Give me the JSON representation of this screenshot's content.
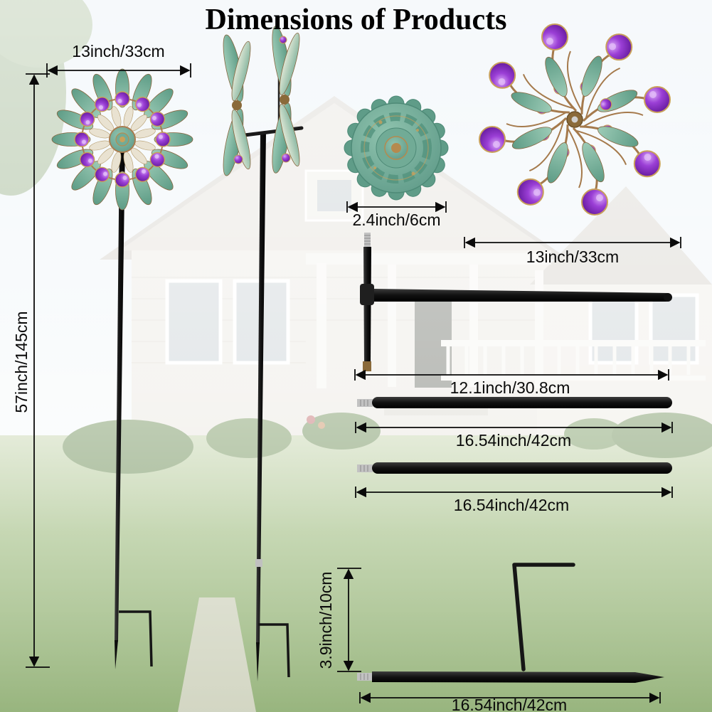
{
  "title": "Dimensions of Products",
  "annotations": {
    "front_spinner_width": "13inch/33cm",
    "total_height": "57inch/145cm",
    "medallion_diameter": "2.4inch/6cm",
    "spinner_head_width": "13inch/33cm",
    "upper_pole_length": "12.1inch/30.8cm",
    "middle_pole_length": "16.54inch/42cm",
    "lower_pole_length": "16.54inch/42cm",
    "stake_step_height": "3.9inch/10cm",
    "ground_stake_length": "16.54inch/42cm"
  },
  "figures": {
    "front_spinner": "wind-spinner-front-view-with-stake",
    "side_spinner": "wind-spinner-side-view-with-stake",
    "medallion": "round-medallion-cap",
    "spinner_head": "gem-pinwheel-head-front-view",
    "upper_pole": "t-connector-pole",
    "middle_pole": "extension-pole",
    "lower_pole": "extension-pole",
    "ground_stake": "ground-stake-with-step-bar"
  },
  "colors": {
    "text": "#0A0A0A",
    "pole_black": "#141414",
    "verdigris_teal": "#6FA893",
    "copper": "#A57A4C",
    "gem_purple": "#7B2FBE",
    "lawn_green": "#85A763",
    "sky_blue": "#E3EDF4"
  }
}
